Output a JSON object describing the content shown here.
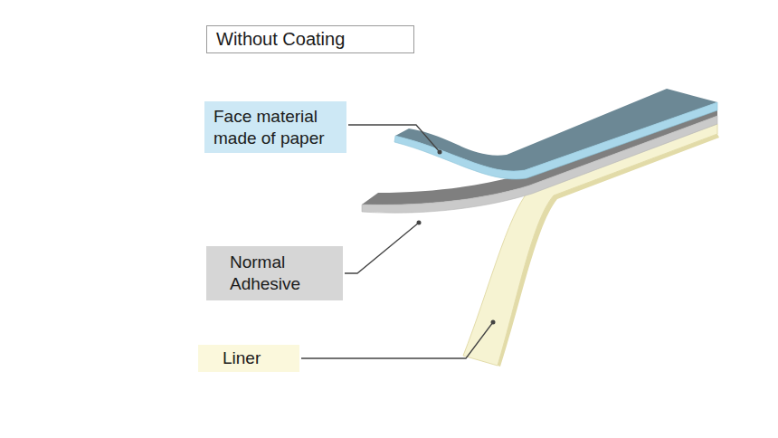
{
  "diagram": {
    "nodes": [
      {
        "text": [
          "Without Coating"
        ]
      },
      {
        "text": [
          "Face material made of paper"
        ]
      },
      {
        "text": [
          "Normal Adhesive"
        ]
      },
      {
        "text": [
          "Liner"
        ]
      }
    ]
  }
}
